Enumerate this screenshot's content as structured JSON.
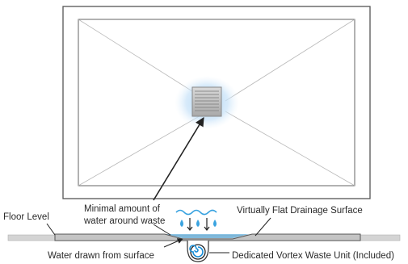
{
  "labels": {
    "floor_level": "Floor Level",
    "minimal_water_line1": "Minimal amount of",
    "minimal_water_line2": "water around waste",
    "flat_surface": "Virtually Flat Drainage Surface",
    "water_drawn": "Water drawn from surface",
    "vortex_unit": "Dedicated Vortex Waste Unit (Included)"
  },
  "colors": {
    "tray_outline": "#555555",
    "diagonal_lines": "#b8b8b8",
    "water_glow": "#bcdcf5",
    "water_drop": "#3aa3e0",
    "floor_fill": "#d4d4d4",
    "tray_fill": "#c4c4c4",
    "arrow": "#222222"
  },
  "icons": {
    "waste_grate": "grate-icon",
    "water_drops": "water-drop-icon",
    "vortex": "vortex-icon"
  }
}
